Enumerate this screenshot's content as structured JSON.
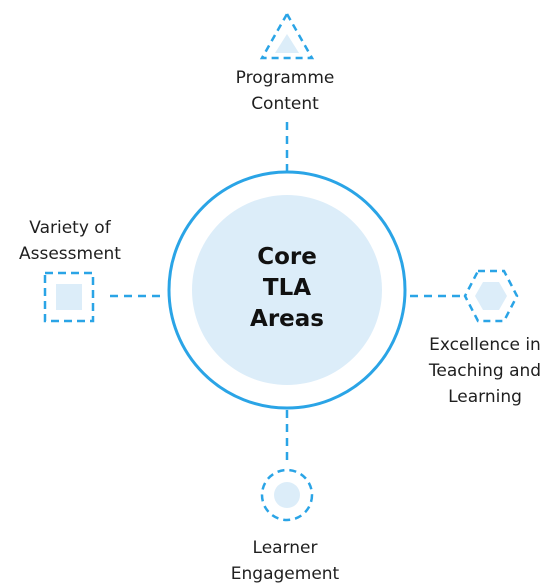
{
  "colors": {
    "accent": "#2aa4e6",
    "fill_light": "#dcedf9",
    "text": "#1f1f1f"
  },
  "center": {
    "lines": [
      "Core",
      "TLA",
      "Areas"
    ]
  },
  "nodes": {
    "top": {
      "icon": "triangle-icon",
      "lines": [
        "Programme",
        "Content"
      ]
    },
    "left": {
      "icon": "square-icon",
      "lines": [
        "Variety of",
        "Assessment"
      ]
    },
    "right": {
      "icon": "hexagon-icon",
      "lines": [
        "Excellence in",
        "Teaching and",
        "Learning"
      ]
    },
    "bottom": {
      "icon": "circle-icon",
      "lines": [
        "Learner",
        "Engagement"
      ]
    }
  }
}
